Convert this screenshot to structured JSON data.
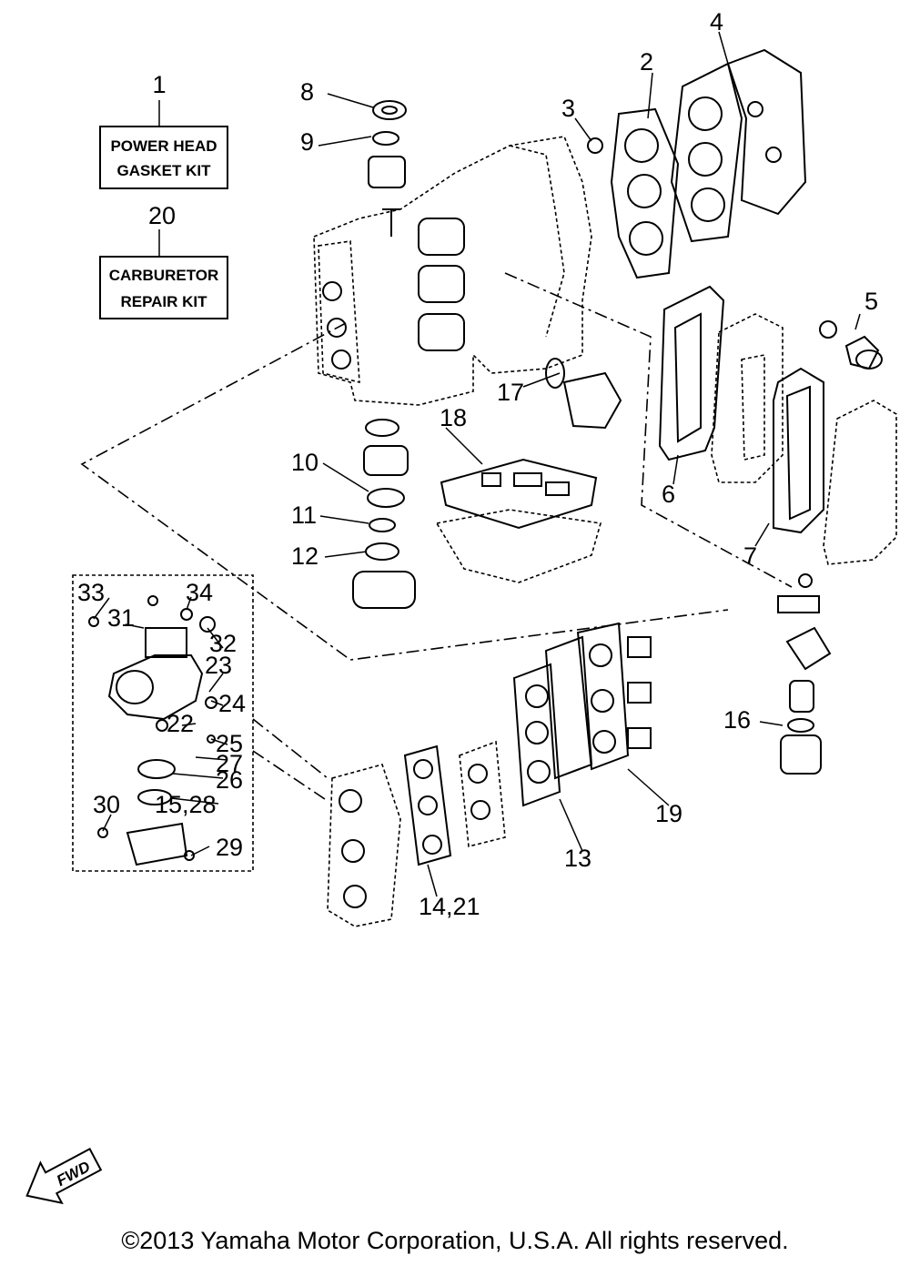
{
  "kits": [
    {
      "number": "1",
      "line1": "POWER HEAD",
      "line2": "GASKET KIT"
    },
    {
      "number": "20",
      "line1": "CARBURETOR",
      "line2": "REPAIR KIT"
    }
  ],
  "callouts": [
    "2",
    "3",
    "4",
    "5",
    "6",
    "7",
    "8",
    "9",
    "10",
    "11",
    "12",
    "13",
    "14,21",
    "15,28",
    "16",
    "17",
    "18",
    "19",
    "22",
    "23",
    "24",
    "25",
    "26",
    "27",
    "29",
    "30",
    "31",
    "32",
    "33",
    "34"
  ],
  "direction_label": "FWD",
  "copyright": "©2013 Yamaha Motor Corporation, U.S.A. All rights reserved."
}
